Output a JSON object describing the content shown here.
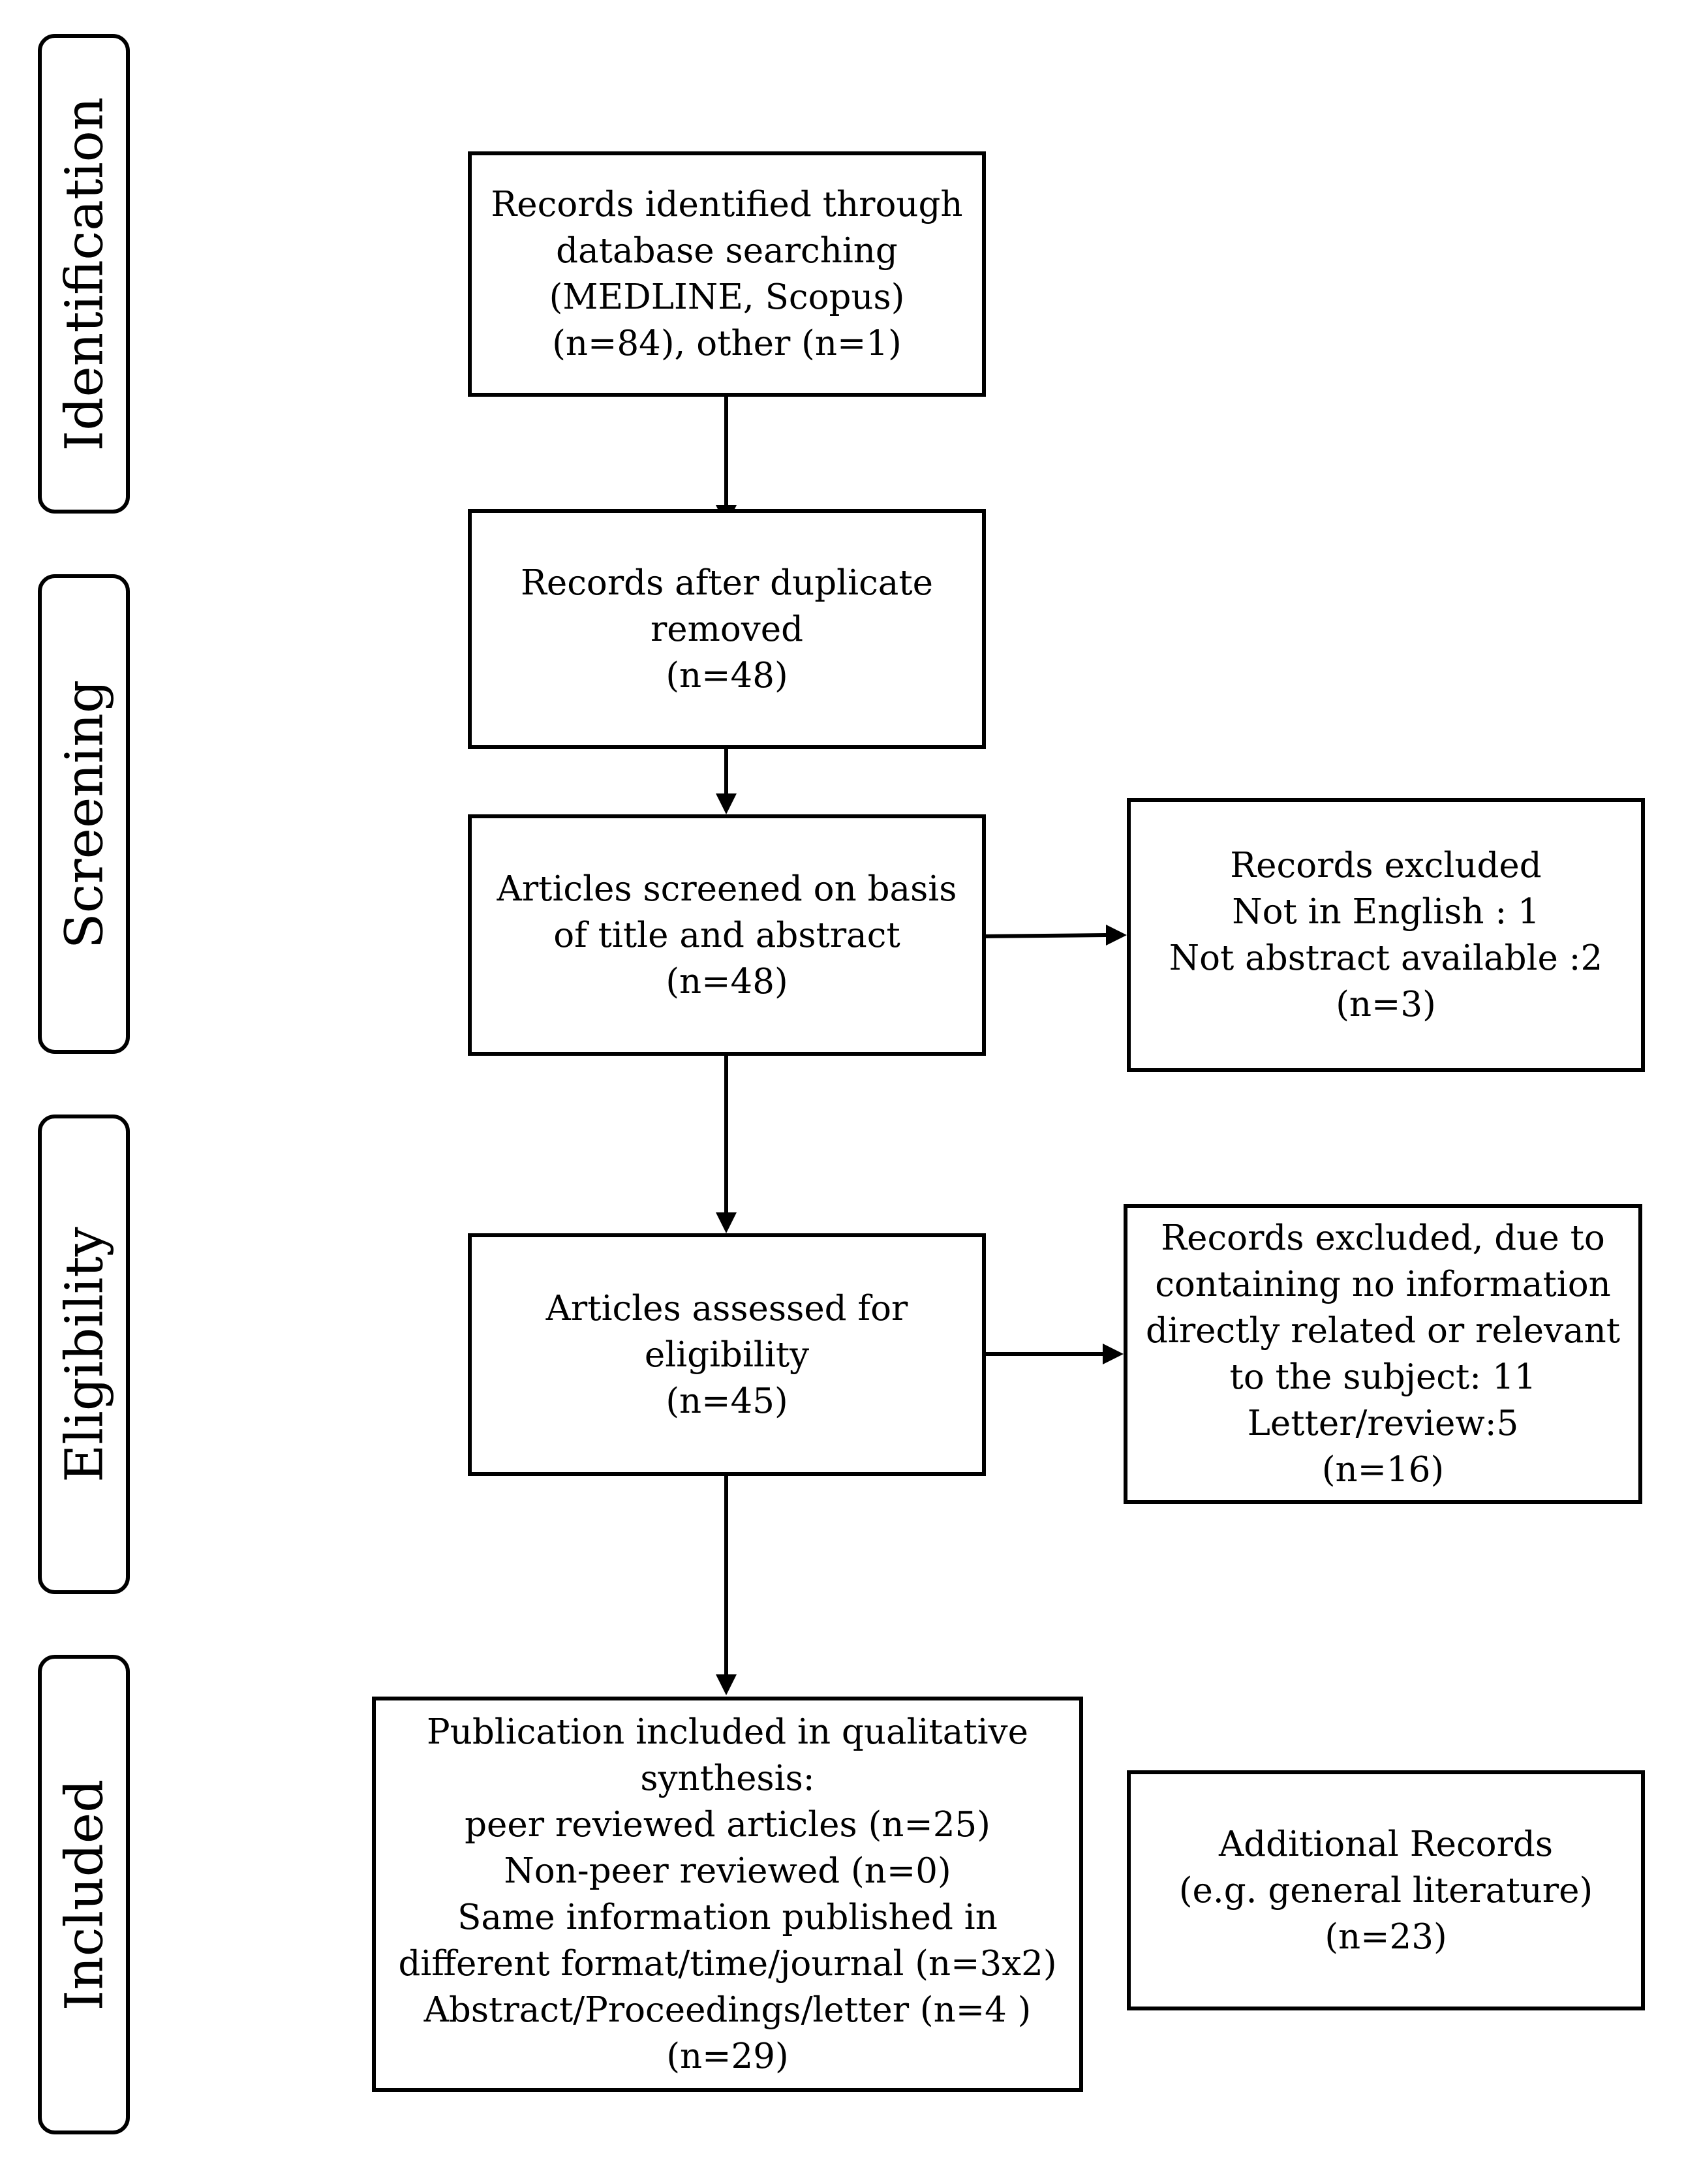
{
  "stages": [
    "Identification",
    "Screening",
    "Eligibility",
    "Included"
  ],
  "boxes": {
    "identified": [
      "Records identified through",
      "database searching",
      "(MEDLINE, Scopus)",
      "(n=84), other (n=1)"
    ],
    "after_duplicates": [
      "Records after duplicate",
      "removed",
      "(n=48)"
    ],
    "screened": [
      "Articles screened on basis",
      "of title and abstract",
      "(n=48)"
    ],
    "excluded_screening": [
      "Records excluded",
      "Not in English : 1",
      "Not abstract available :2",
      "(n=3)"
    ],
    "eligibility": [
      "Articles assessed for",
      "eligibility",
      "(n=45)"
    ],
    "excluded_eligibility": [
      "Records excluded, due to",
      "containing no information",
      "directly related or relevant",
      "to the subject: 11",
      "Letter/review:5",
      "(n=16)"
    ],
    "included": [
      "Publication included in qualitative",
      "synthesis:",
      "peer reviewed articles (n=25)",
      "Non-peer reviewed (n=0)",
      "Same information published in",
      "different format/time/journal (n=3x2)",
      "Abstract/Proceedings/letter (n=4 )",
      "(n=29)"
    ],
    "additional": [
      "Additional Records",
      "(e.g. general literature)",
      "(n=23)"
    ]
  }
}
